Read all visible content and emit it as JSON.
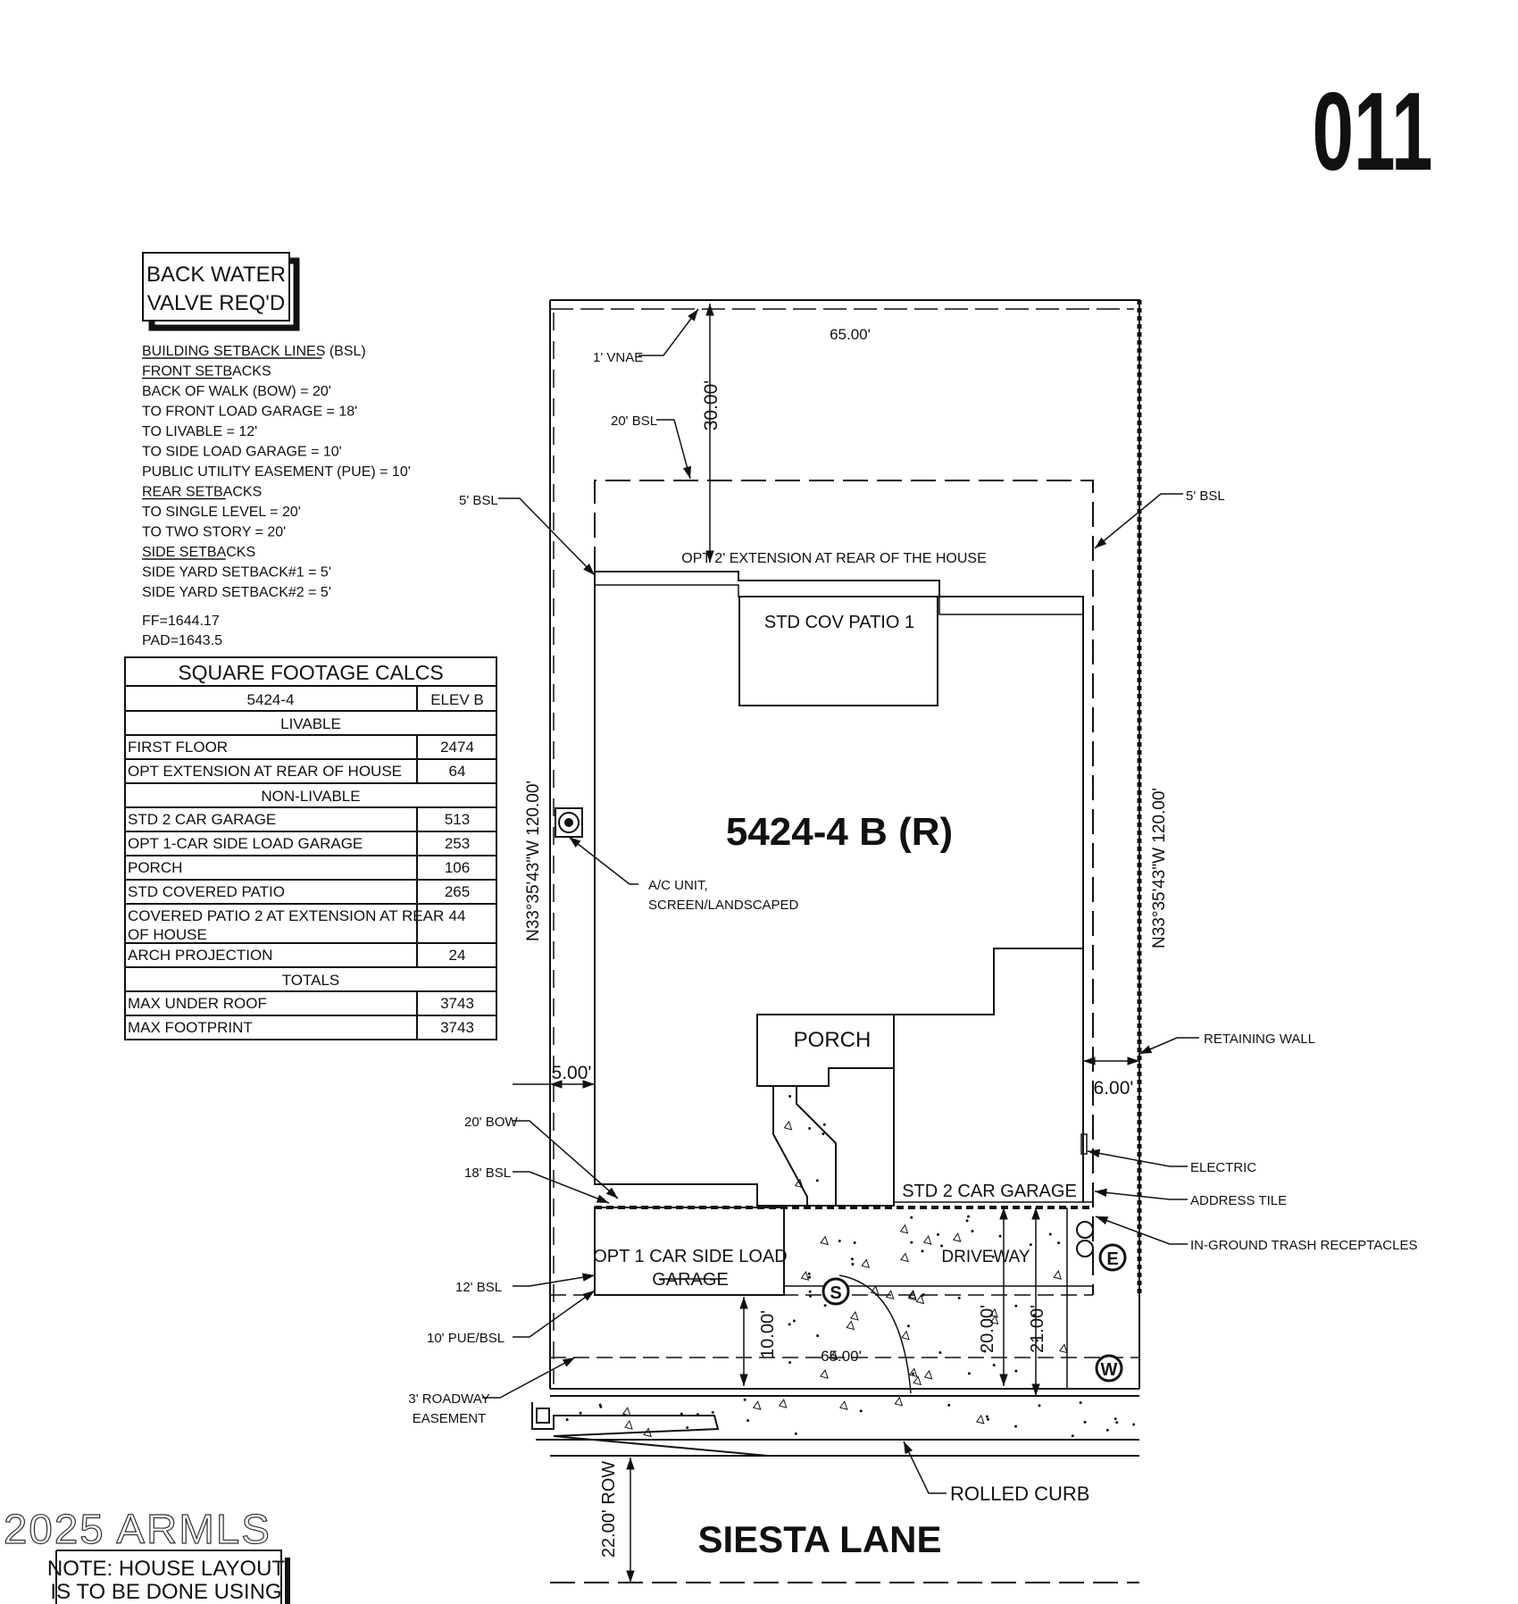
{
  "lot_number": "011",
  "notes": {
    "back_water": [
      "BACK WATER",
      "VALVE REQ'D"
    ],
    "setbacks": [
      {
        "text": "BUILDING SETBACK LINES (BSL)",
        "underline": true
      },
      {
        "text": "FRONT SETBACKS",
        "underline": true
      },
      {
        "text": "BACK OF WALK (BOW) = 20'",
        "underline": false
      },
      {
        "text": "TO FRONT LOAD GARAGE = 18'",
        "underline": false
      },
      {
        "text": "TO LIVABLE = 12'",
        "underline": false
      },
      {
        "text": "TO SIDE LOAD GARAGE = 10'",
        "underline": false
      },
      {
        "text": "PUBLIC UTILITY EASEMENT (PUE) = 10'",
        "underline": false
      },
      {
        "text": "REAR SETBACKS",
        "underline": true
      },
      {
        "text": "TO SINGLE LEVEL = 20'",
        "underline": false
      },
      {
        "text": "TO TWO STORY    = 20'",
        "underline": false
      },
      {
        "text": "SIDE SETBACKS",
        "underline": true
      },
      {
        "text": "SIDE YARD SETBACK#1 = 5'",
        "underline": false
      },
      {
        "text": "SIDE YARD SETBACK#2 = 5'",
        "underline": false
      }
    ],
    "ff": "FF=1644.17",
    "pad": "PAD=1643.5"
  },
  "sqft_table": {
    "title": "SQUARE FOOTAGE CALCS",
    "model": "5424-4",
    "elev": "ELEV B",
    "rows": [
      {
        "type": "section",
        "label": "LIVABLE"
      },
      {
        "type": "row",
        "label": [
          "FIRST FLOOR"
        ],
        "value": "2474"
      },
      {
        "type": "row",
        "label": [
          "OPT EXTENSION AT REAR OF HOUSE"
        ],
        "value": "64"
      },
      {
        "type": "section",
        "label": "NON-LIVABLE"
      },
      {
        "type": "row",
        "label": [
          "STD 2 CAR GARAGE"
        ],
        "value": "513"
      },
      {
        "type": "row",
        "label": [
          "OPT 1-CAR SIDE LOAD GARAGE"
        ],
        "value": "253"
      },
      {
        "type": "row",
        "label": [
          "PORCH"
        ],
        "value": "106"
      },
      {
        "type": "row",
        "label": [
          "STD COVERED PATIO"
        ],
        "value": "265"
      },
      {
        "type": "row2",
        "label": [
          "COVERED PATIO 2 AT EXTENSION AT REAR",
          "OF HOUSE"
        ],
        "value": "44"
      },
      {
        "type": "row",
        "label": [
          "ARCH PROJECTION"
        ],
        "value": "24"
      },
      {
        "type": "section",
        "label": "TOTALS"
      },
      {
        "type": "row",
        "label": [
          "MAX UNDER ROOF"
        ],
        "value": "3743"
      },
      {
        "type": "row",
        "label": [
          "MAX FOOTPRINT"
        ],
        "value": "3743"
      }
    ]
  },
  "plan": {
    "plan_name": "5424-4 B (R)",
    "top_width": "65.00'",
    "bottom_width": "65.00'",
    "rear_depth": "30.00'",
    "left_bearing": "N33°35'43\"W 120.00'",
    "right_bearing": "N33°35'43\"W 120.00'",
    "opt_extension": "OPT 2' EXTENSION AT REAR OF THE HOUSE",
    "patio": "STD COV PATIO 1",
    "porch": "PORCH",
    "garage": "STD 2 CAR GARAGE",
    "side_garage": [
      "OPT 1 CAR SIDE LOAD",
      "GARAGE"
    ],
    "driveway": "DRIVEWAY",
    "left_setback": "5.00'",
    "right_setback": "6.00'",
    "dim_10": "10.00'",
    "dim_20": "20.00'",
    "dim_21": "21.00'",
    "row": "22.00' ROW",
    "street": "SIESTA LANE",
    "symbol_s": "S",
    "symbol_e": "E",
    "symbol_w": "W"
  },
  "callouts": {
    "vnae": "1' VNAE",
    "bsl20": "20' BSL",
    "bsl5_left": "5' BSL",
    "bsl5_right": "5' BSL",
    "ac": [
      "A/C UNIT,",
      "SCREEN/LANDSCAPED"
    ],
    "retaining": "RETAINING WALL",
    "electric": "ELECTRIC",
    "address": "ADDRESS TILE",
    "trash": "IN-GROUND TRASH RECEPTACLES",
    "bow": "20' BOW",
    "bsl18": "18' BSL",
    "bsl12": "12' BSL",
    "pue": "10' PUE/BSL",
    "roadway": [
      "3' ROADWAY",
      "EASEMENT"
    ],
    "curb": "ROLLED CURB"
  },
  "footer_note": [
    "NOTE: HOUSE LAYOUT",
    "IS TO BE DONE USING"
  ],
  "watermark": "2025 ARMLS"
}
